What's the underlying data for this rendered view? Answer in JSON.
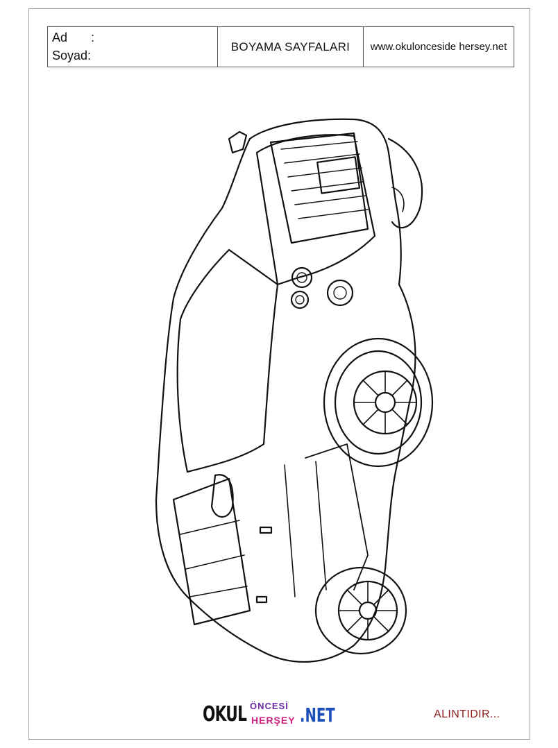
{
  "header": {
    "name_label": "Ad",
    "name_colon": ":",
    "surname_label": "Soyad:",
    "title": "BOYAMA SAYFALARI",
    "website": "www.okulonceside hersey.net"
  },
  "footer": {
    "logo_okul": "OKUL",
    "logo_oncesi": "ÖNCESİ",
    "logo_hersey": "HERŞEY",
    "logo_net": ".NET",
    "credit": "ALINTIDIR..."
  },
  "colors": {
    "frame": "#9a9a9a",
    "ink": "#111111",
    "logo_purple": "#6b2aa8",
    "logo_pink": "#d02080",
    "logo_blue": "#1d4fb8",
    "credit_red": "#8c1c1c"
  }
}
